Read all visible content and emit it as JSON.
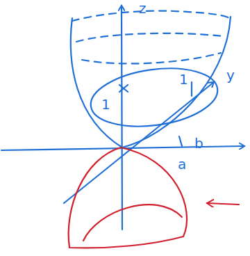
{
  "diagram": {
    "labels": [
      "z",
      "y",
      "1",
      "1",
      "b",
      "a"
    ]
  }
}
